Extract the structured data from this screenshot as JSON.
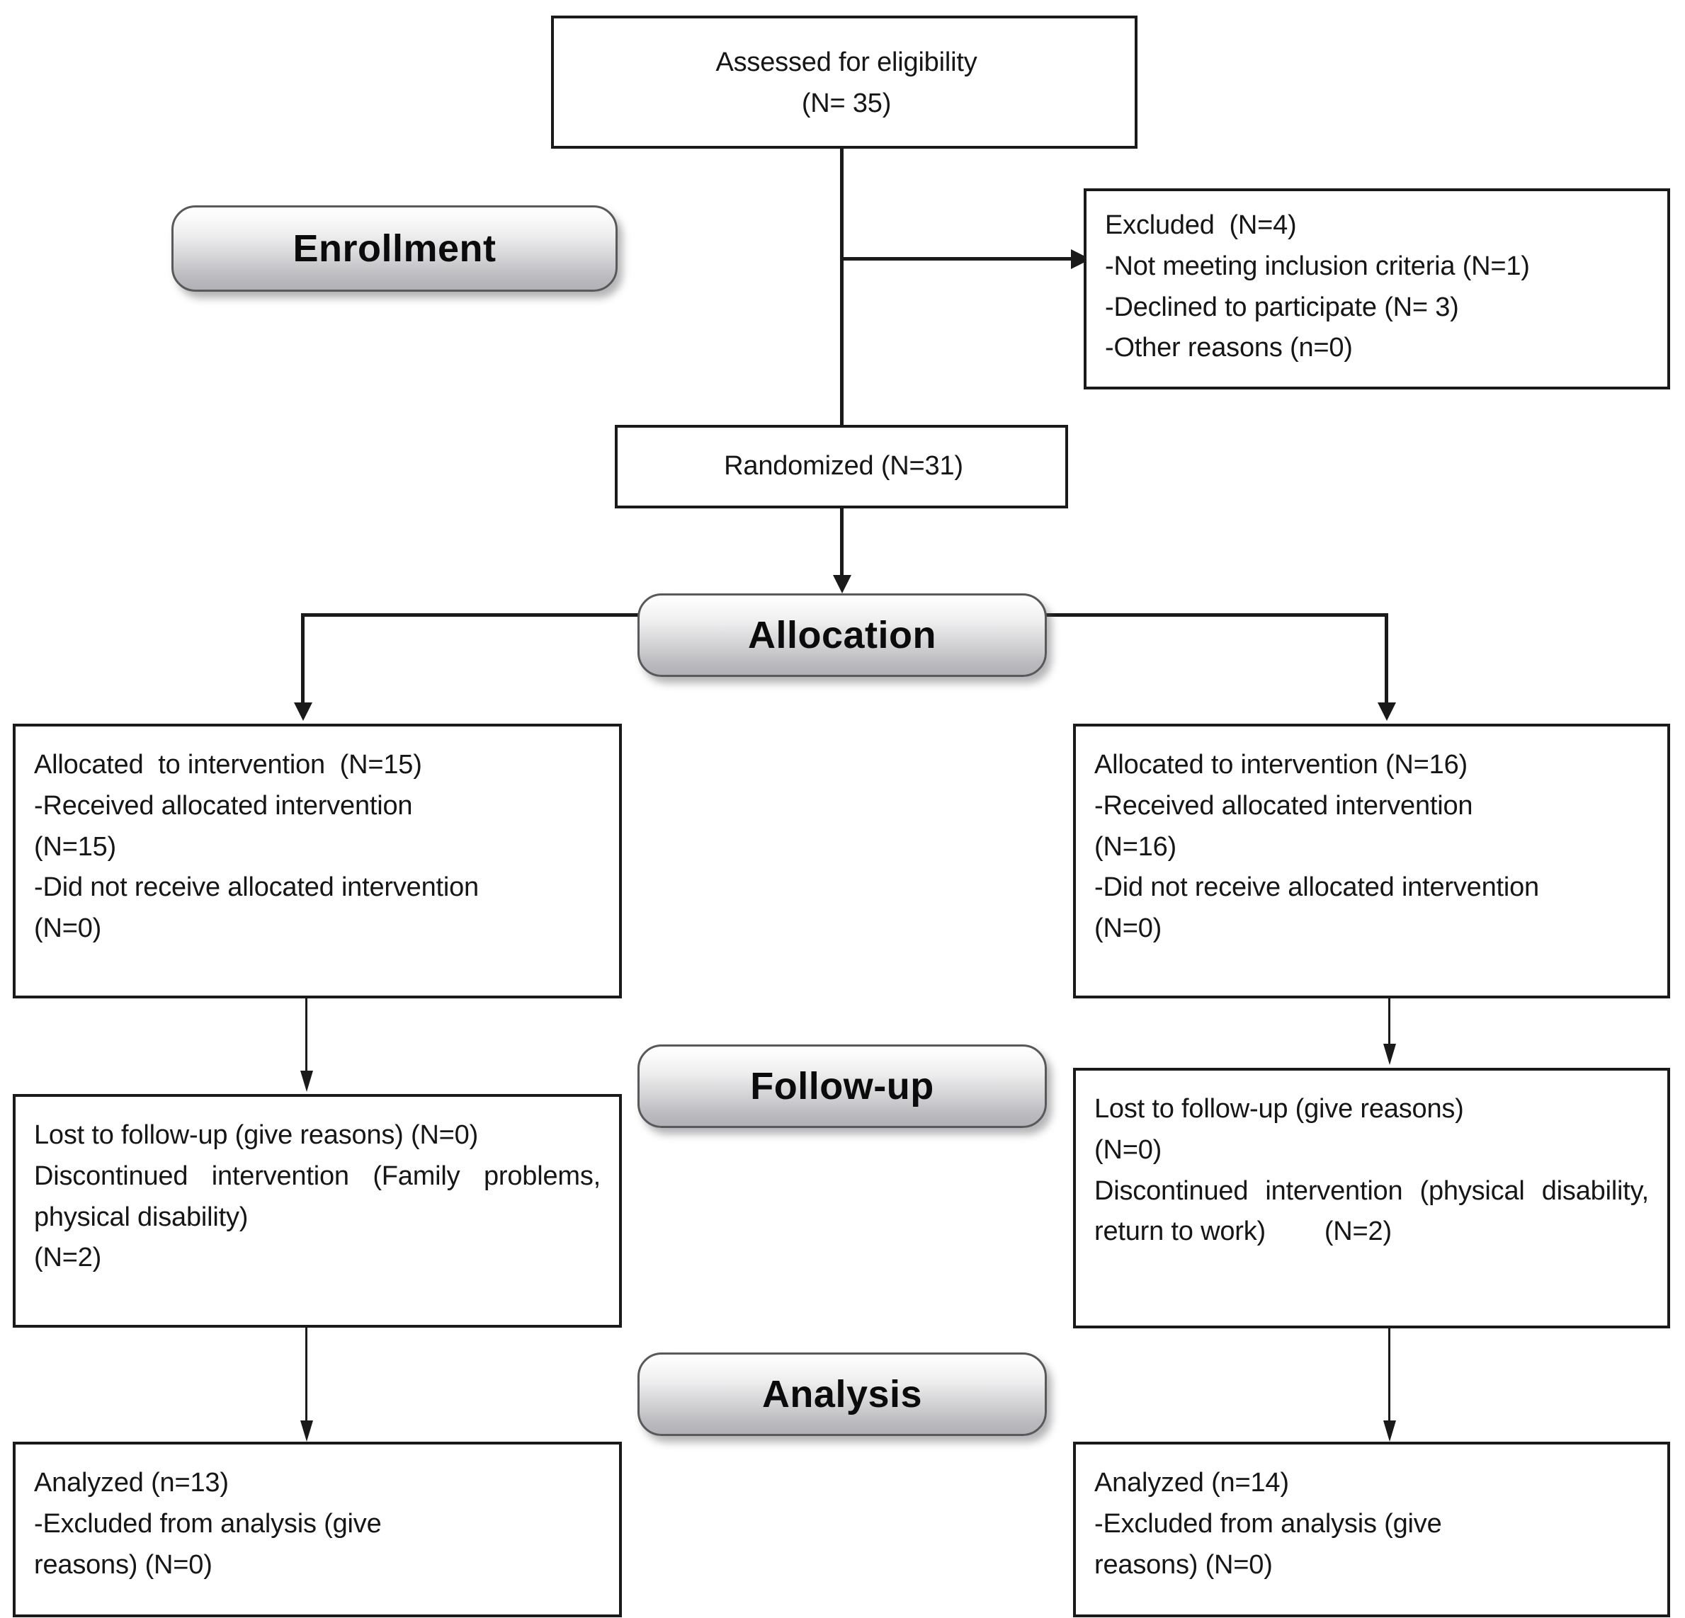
{
  "diagram": {
    "title": "CONSORT participant flow diagram",
    "colors": {
      "box_border": "#1a1a1a",
      "badge_border": "#59595c",
      "text": "#161616",
      "background": "#ffffff"
    },
    "stage_badges": [
      {
        "id": "enrollment",
        "label": "Enrollment"
      },
      {
        "id": "allocation",
        "label": "Allocation"
      },
      {
        "id": "followup",
        "label": "Follow-up"
      },
      {
        "id": "analysis",
        "label": "Analysis"
      }
    ],
    "boxes": {
      "assessed": {
        "lines": [
          "Assessed for eligibility",
          "(N= 35)"
        ]
      },
      "excluded": {
        "lines": [
          "Excluded  (N=4)",
          "-Not meeting inclusion criteria (N=1)",
          "-Declined to participate (N= 3)",
          "-Other reasons (n=0)"
        ]
      },
      "randomized": {
        "lines": [
          "Randomized (N=31)"
        ]
      },
      "allocated_left": {
        "lines": [
          "Allocated  to intervention  (N=15)",
          "-Received allocated intervention",
          "(N=15)",
          "-Did not receive allocated intervention",
          "(N=0)"
        ]
      },
      "allocated_right": {
        "lines": [
          "Allocated to intervention (N=16)",
          "-Received allocated intervention",
          "(N=16)",
          "-Did not receive allocated intervention",
          "(N=0)"
        ]
      },
      "followup_left": {
        "lines": [
          "Lost to follow-up (give reasons) (N=0)",
          "Discontinued intervention (Family problems, physical disability)",
          "(N=2)"
        ]
      },
      "followup_right": {
        "lines": [
          "Lost to follow-up (give reasons)",
          "(N=0)",
          "Discontinued intervention (physical disability, return to work)        (N=2)"
        ]
      },
      "analyzed_left": {
        "lines": [
          "Analyzed (n=13)",
          "-Excluded from analysis (give",
          "reasons) (N=0)"
        ]
      },
      "analyzed_right": {
        "lines": [
          "Analyzed (n=14)",
          "-Excluded from analysis (give",
          "reasons) (N=0)"
        ]
      }
    }
  }
}
